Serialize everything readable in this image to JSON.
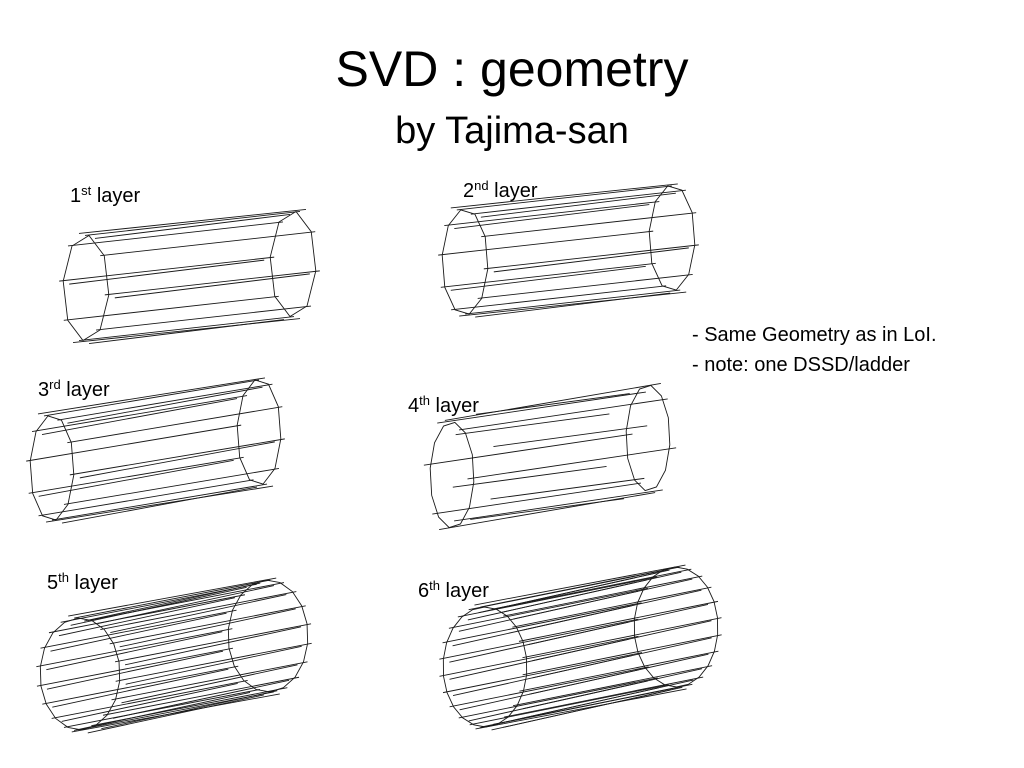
{
  "slide": {
    "title": "SVD : geometry",
    "subtitle": "by Tajima-san"
  },
  "layers": [
    {
      "num": "1",
      "suffix": "st",
      "word": "layer",
      "ladders": 8,
      "style": "plain"
    },
    {
      "num": "2",
      "suffix": "nd",
      "word": "layer",
      "ladders": 10,
      "style": "plain"
    },
    {
      "num": "3",
      "suffix": "rd",
      "word": "layer",
      "ladders": 10,
      "style": "plain"
    },
    {
      "num": "4",
      "suffix": "th",
      "word": "layer",
      "ladders": 12,
      "style": "staggered"
    },
    {
      "num": "5",
      "suffix": "th",
      "word": "layer",
      "ladders": 18,
      "style": "dense"
    },
    {
      "num": "6",
      "suffix": "th",
      "word": "layer",
      "ladders": 22,
      "style": "dense"
    }
  ],
  "notes": [
    "- Same Geometry as in LoI.",
    "- note: one DSSD/ladder"
  ]
}
